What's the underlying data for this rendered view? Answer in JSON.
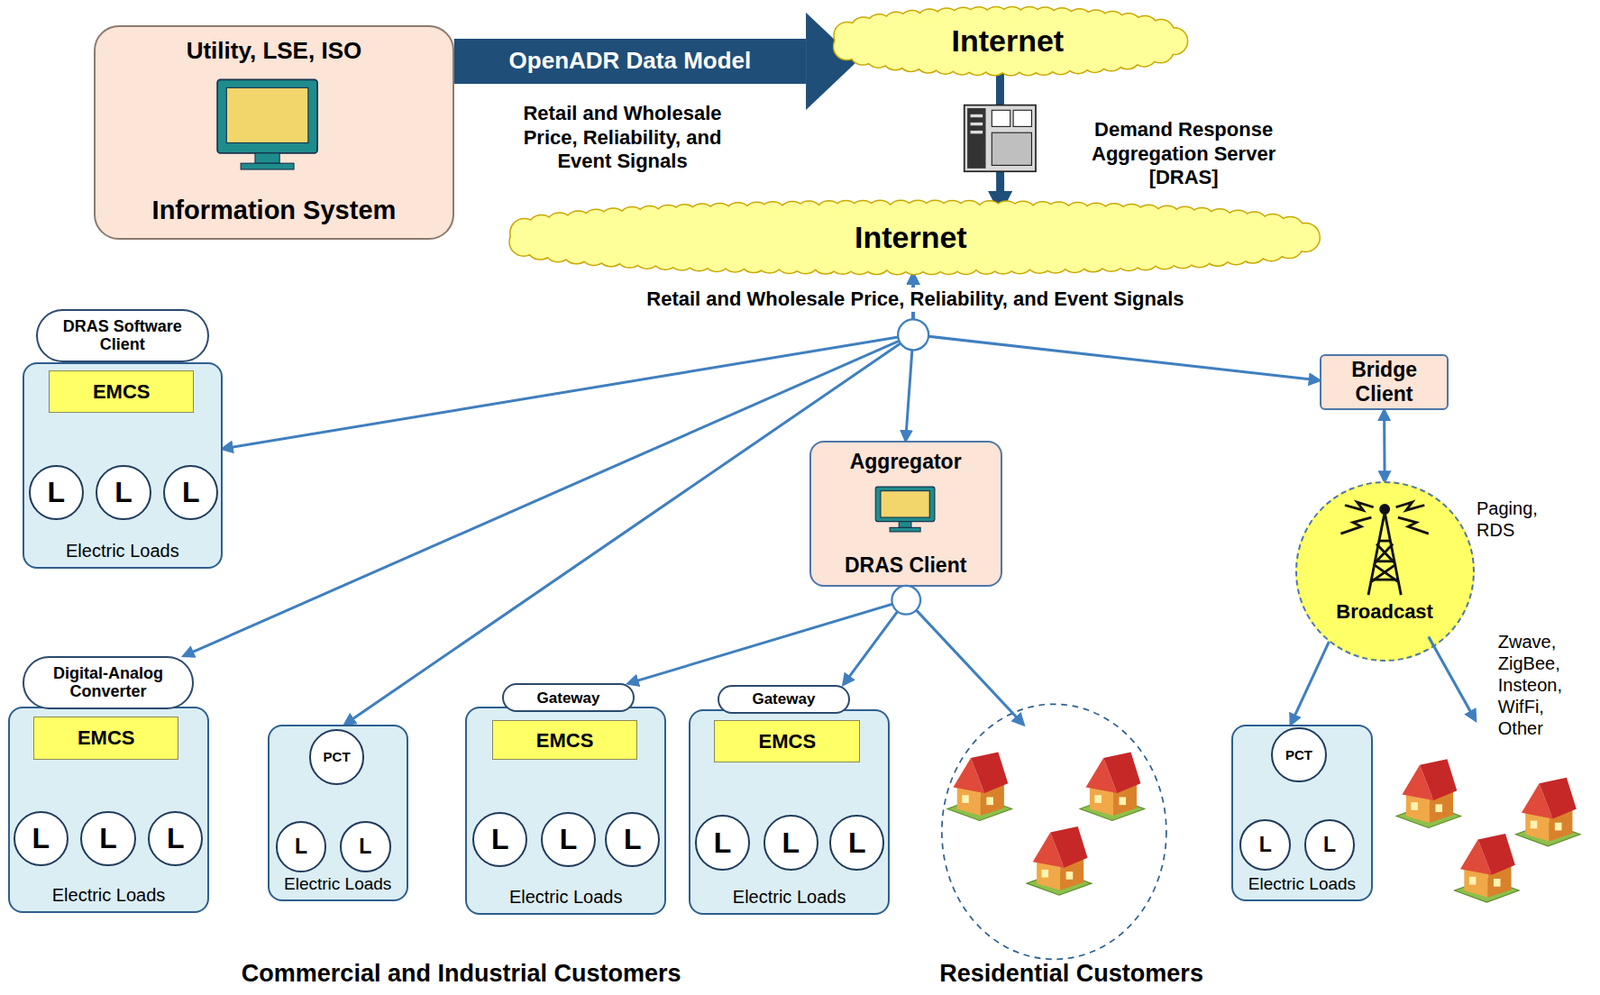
{
  "diagram": {
    "nodes": [
      {
        "text": [
          "Utility, LSE, ISO",
          "Information System"
        ]
      },
      {
        "text": [
          "Internet"
        ]
      },
      {
        "text": [
          "Internet"
        ]
      },
      {
        "text": [
          "DRAS Software Client"
        ]
      },
      {
        "text": [
          "Electric Loads"
        ]
      },
      {
        "text": [
          "EMCS"
        ],
        "in": 4
      },
      {
        "text": [
          "L"
        ],
        "in": 4
      },
      {
        "text": [
          "L"
        ],
        "in": 4
      },
      {
        "text": [
          "L"
        ],
        "in": 4
      },
      {
        "text": [
          "Aggregator",
          "DRAS Client"
        ]
      },
      {
        "text": [
          "Bridge Client"
        ]
      },
      {
        "text": [
          "Broadcast"
        ]
      },
      {
        "text": [
          "Digital-Analog Converter"
        ]
      },
      {
        "text": [
          "Electric Loads"
        ]
      },
      {
        "text": [
          "EMCS"
        ],
        "in": 13
      },
      {
        "text": [
          "L"
        ],
        "in": 13
      },
      {
        "text": [
          "L"
        ],
        "in": 13
      },
      {
        "text": [
          "L"
        ],
        "in": 13
      },
      {
        "text": [
          "Electric Loads"
        ]
      },
      {
        "text": [
          "PCT"
        ],
        "in": 18
      },
      {
        "text": [
          "L"
        ],
        "in": 18
      },
      {
        "text": [
          "L"
        ],
        "in": 18
      },
      {
        "text": [
          "Gateway"
        ]
      },
      {
        "text": [
          "Electric Loads"
        ]
      },
      {
        "text": [
          "EMCS"
        ],
        "in": 23
      },
      {
        "text": [
          "L"
        ],
        "in": 23
      },
      {
        "text": [
          "L"
        ],
        "in": 23
      },
      {
        "text": [
          "L"
        ],
        "in": 23
      },
      {
        "text": [
          "Gateway"
        ]
      },
      {
        "text": [
          "Electric Loads"
        ]
      },
      {
        "text": [
          "EMCS"
        ],
        "in": 29
      },
      {
        "text": [
          "L"
        ],
        "in": 29
      },
      {
        "text": [
          "L"
        ],
        "in": 29
      },
      {
        "text": [
          "L"
        ],
        "in": 29
      },
      {
        "text": [
          "Electric Loads"
        ]
      },
      {
        "text": [
          "PCT"
        ],
        "in": 34
      },
      {
        "text": [
          "L"
        ],
        "in": 34
      },
      {
        "text": [
          "L"
        ],
        "in": 34
      }
    ],
    "edges": [
      {
        "from": 0,
        "to": 1,
        "label": "OpenADR Data Model",
        "arrow": "to"
      },
      {
        "from": 1,
        "to": 2,
        "arrow": "to"
      },
      {
        "from": 2,
        "to": 4,
        "arrow": "both"
      },
      {
        "from": 2,
        "to": 12,
        "arrow": "both"
      },
      {
        "from": 2,
        "to": 18,
        "arrow": "both"
      },
      {
        "from": 2,
        "to": 9,
        "arrow": "both"
      },
      {
        "from": 2,
        "to": 10,
        "arrow": "both"
      },
      {
        "from": 9,
        "to": 22,
        "arrow": "both"
      },
      {
        "from": 9,
        "to": 28,
        "arrow": "to"
      },
      {
        "from": 10,
        "to": 11,
        "arrow": "both"
      },
      {
        "from": 11,
        "to": 34,
        "arrow": "to"
      },
      {
        "from": 5,
        "to": 6,
        "arrow": "none"
      },
      {
        "from": 5,
        "to": 7,
        "arrow": "none"
      },
      {
        "from": 5,
        "to": 8,
        "arrow": "none"
      },
      {
        "from": 14,
        "to": 15,
        "arrow": "none"
      },
      {
        "from": 14,
        "to": 16,
        "arrow": "none"
      },
      {
        "from": 14,
        "to": 17,
        "arrow": "none"
      },
      {
        "from": 19,
        "to": 20,
        "arrow": "none"
      },
      {
        "from": 19,
        "to": 21,
        "arrow": "none"
      },
      {
        "from": 24,
        "to": 25,
        "arrow": "none"
      },
      {
        "from": 24,
        "to": 26,
        "arrow": "none"
      },
      {
        "from": 24,
        "to": 27,
        "arrow": "none"
      },
      {
        "from": 30,
        "to": 31,
        "arrow": "none"
      },
      {
        "from": 30,
        "to": 32,
        "arrow": "none"
      },
      {
        "from": 30,
        "to": 33,
        "arrow": "none"
      },
      {
        "from": 35,
        "to": 36,
        "arrow": "none"
      },
      {
        "from": 35,
        "to": 37,
        "arrow": "none"
      }
    ],
    "labels": [
      "Retail and Wholesale Price, Reliability, and Event Signals",
      "Demand Response Aggregation Server [DRAS]",
      "Retail and Wholesale Price, Reliability, and Event Signals",
      "Paging, RDS",
      "Zwave, ZigBee, Insteon, WifFi, Other",
      "Commercial and Industrial Customers",
      "Residential Customers"
    ]
  }
}
